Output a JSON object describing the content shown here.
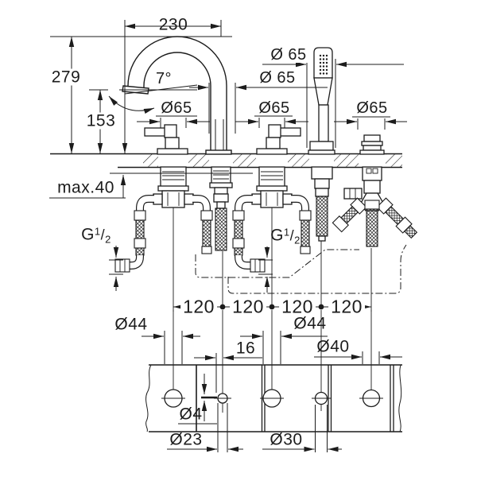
{
  "drawing": {
    "line_color": "#1c1c1c",
    "background": "#ffffff"
  },
  "side_view": {
    "spout_reach": "230",
    "spout_height": "279",
    "outlet_height": "153",
    "outlet_angle": "7°",
    "trim_handle_left": "Ø65",
    "trim_spout": "Ø 65",
    "trim_hand_shower": "Ø 65",
    "trim_handle_right": "Ø65",
    "trim_diverter": "Ø65",
    "deck_max_thickness": "max.40",
    "connection_left": {
      "base": "G",
      "sup": "1",
      "slash": "/",
      "sub": "2"
    },
    "connection_mid": {
      "base": "G",
      "sup": "1",
      "slash": "/",
      "sub": "2"
    },
    "hole_spacing": [
      "120",
      "120",
      "120",
      "120"
    ]
  },
  "plan_view": {
    "hole1_dia": "Ø44",
    "hole2_offset": "16",
    "hole3_dia": "Ø44",
    "hole5_dia": "Ø40",
    "pin_hole_dia": "Ø4",
    "hole2_dia": "Ø23",
    "hole4_dia": "Ø30"
  }
}
